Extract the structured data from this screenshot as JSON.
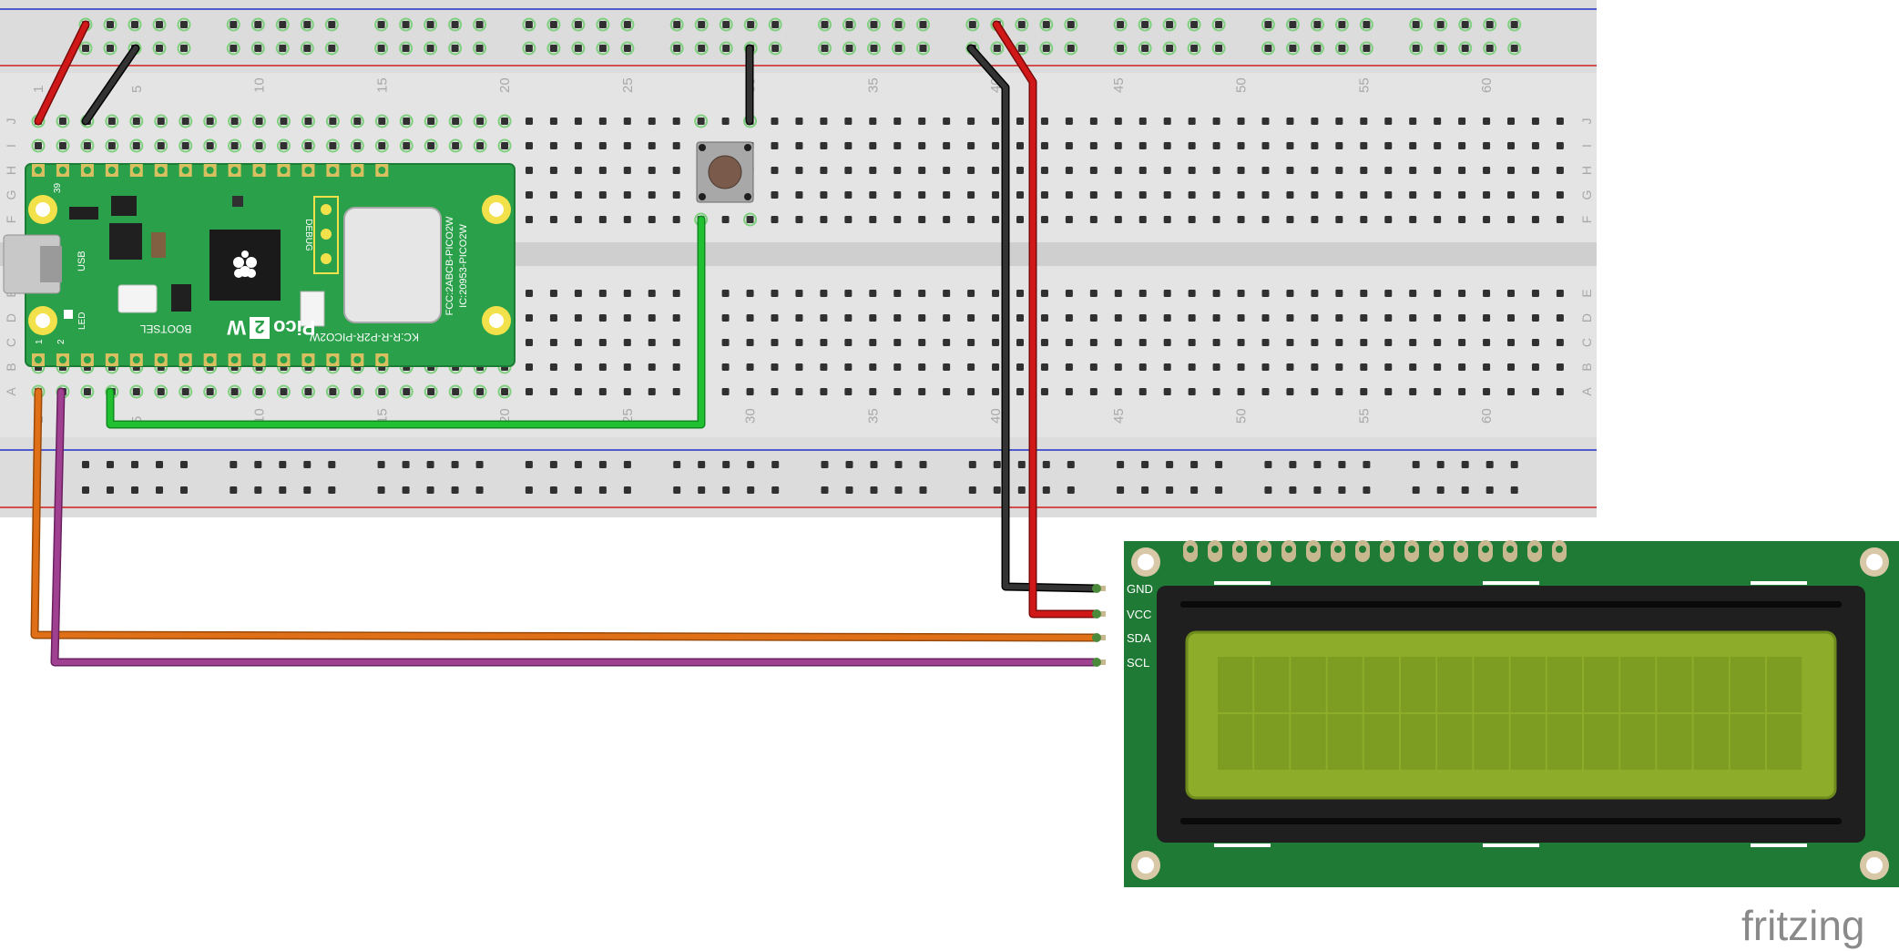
{
  "breadboard": {
    "column_numbers": [
      "1",
      "5",
      "10",
      "15",
      "20",
      "25",
      "30",
      "35",
      "40",
      "45",
      "50",
      "55",
      "60"
    ],
    "row_letters_top": [
      "J",
      "I",
      "H",
      "G",
      "F"
    ],
    "row_letters_bottom": [
      "E",
      "D",
      "C",
      "B",
      "A"
    ]
  },
  "pico": {
    "model_label": "Pico 2 W",
    "model_prefix": "Pico",
    "model_digit": "2",
    "model_suffix": "W",
    "usb_label": "USB",
    "led_label": "LED",
    "bootsel_label": "BOOTSEL",
    "debug_label": "DEBUG",
    "fcc_label": "FCC:2ABCB-PICO2W",
    "ic_label": "IC:20953-PICO2W",
    "kc_label": "KC:R-R-P2R-PICO2W",
    "pin_39": "39",
    "pin_1": "1",
    "pin_2": "2"
  },
  "lcd": {
    "pins": [
      "GND",
      "VCC",
      "SDA",
      "SCL"
    ],
    "columns": 16,
    "rows": 2,
    "colors": {
      "board": "#1e7a34",
      "screen": "#8cac2a",
      "bezel": "#1f1f1f"
    }
  },
  "wires": [
    {
      "name": "vcc-red",
      "color": "#d01818"
    },
    {
      "name": "gnd-black",
      "color": "#1a1a1a"
    },
    {
      "name": "sda-orange",
      "color": "#e07018"
    },
    {
      "name": "scl-purple",
      "color": "#a04090"
    },
    {
      "name": "button-green",
      "color": "#20c030"
    }
  ],
  "brand": "fritzing"
}
